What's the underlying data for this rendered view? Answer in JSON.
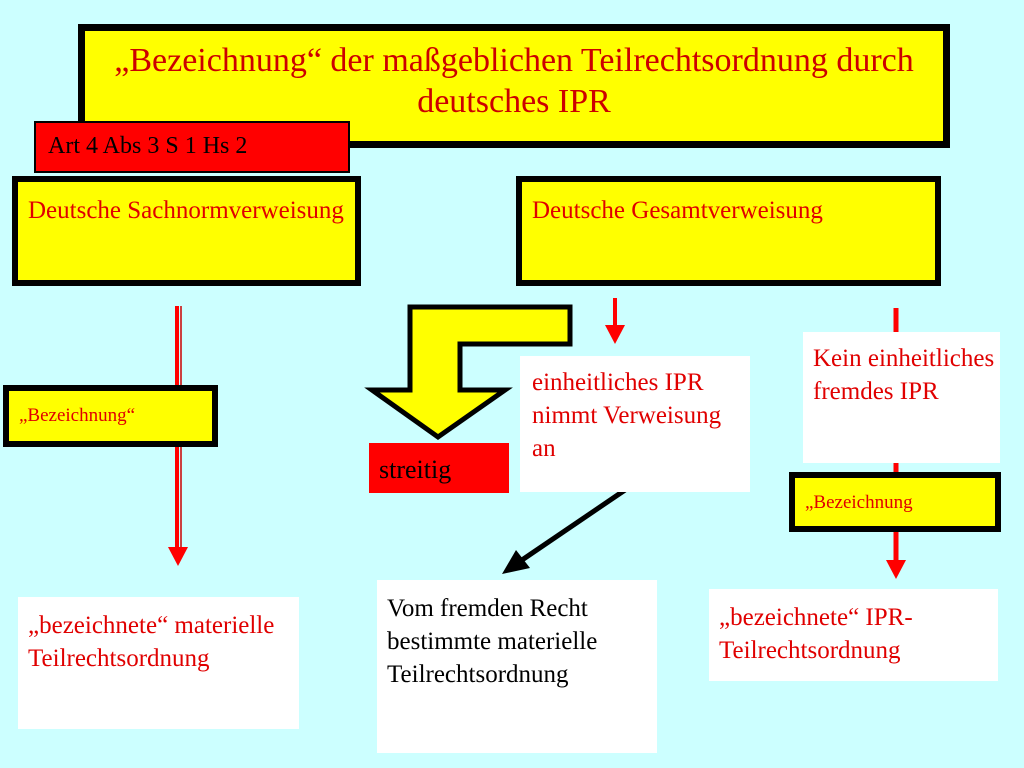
{
  "title": "„Bezeichnung“ der maßgeblichen Teilrechtsordnung durch deutsches IPR",
  "article_label": "Art 4 Abs 3 S 1 Hs 2",
  "left_branch": {
    "heading": "Deutsche Sachnormverweisung",
    "bezeichnung": "„Bezeichnung“",
    "result": "„bezeichnete“ materielle Teilrechtsordnung"
  },
  "right_branch": {
    "heading": "Deutsche Gesamtverweisung",
    "streitig": "streitig",
    "uniform_ipr": "einheitliches IPR nimmt Verweisung an",
    "foreign_result": "Vom fremden Recht bestimmte materielle Teilrechtsordnung",
    "no_uniform_ipr": "Kein einheitliches fremdes IPR",
    "bezeichnung": "„Bezeichnung",
    "ipr_result": "„bezeichnete“ IPR-Teilrechtsordnung"
  },
  "colors": {
    "background": "#ccffff",
    "box_yellow": "#ffff00",
    "label_red": "#ff0000",
    "text_red": "#e00000",
    "title_text": "#cc0000"
  }
}
